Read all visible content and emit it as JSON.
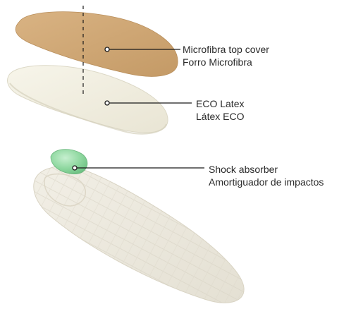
{
  "colors": {
    "microfiber": "#d0a672",
    "latex": "#f1eee0",
    "shock_absorber": "#8fd8a0",
    "insole_base": "#eeeae0",
    "leader_line": "#1a1a1a",
    "text": "#2a2a2a"
  },
  "layers": [
    {
      "id": "microfiber",
      "label_en": "Microfibra top cover",
      "label_es": "Forro Microfibra"
    },
    {
      "id": "latex",
      "label_en": "ECO Latex",
      "label_es": "Látex ECO"
    },
    {
      "id": "shock",
      "label_en": "Shock absorber",
      "label_es": "Amortiguador de impactos"
    }
  ]
}
